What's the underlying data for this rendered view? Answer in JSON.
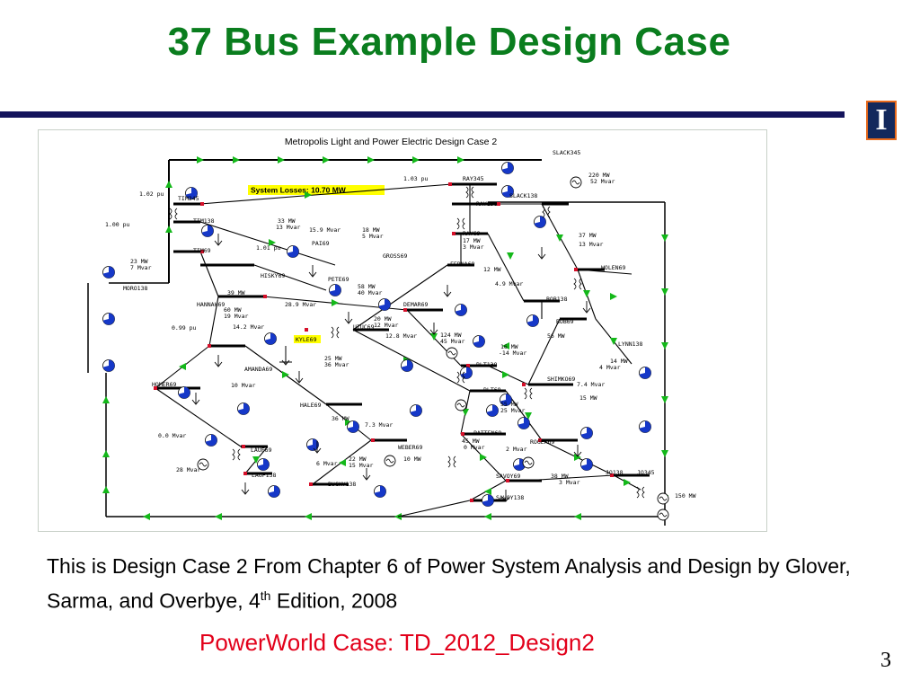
{
  "slide": {
    "title": "37 Bus Example Design Case",
    "logo_letter": "I",
    "caption_main": "This is Design Case 2 From Chapter 6 of Power System Analysis and Design by Glover, Sarma, and Overbye, 4",
    "caption_sup": "th",
    "caption_tail": " Edition, 2008",
    "case_line": "PowerWorld Case: TD_2012_Design2",
    "page_number": "3"
  },
  "diagram": {
    "title": "Metropolis Light and Power Electric Design Case 2",
    "losses_label": "System Losses:  10.70 MW",
    "highlight_bus": "KYLE69",
    "colors": {
      "line": "#000000",
      "arrow": "#14b81a",
      "breaker": "#d6102a",
      "gen": "#1638c8",
      "highlight": "#ffff00",
      "title": "#0a7d1e",
      "rule": "#14145c",
      "case_text": "#e2001a"
    },
    "labels": [
      "SLACK345",
      "RAY345",
      "RAY138",
      "SLACK138",
      "TIM345",
      "TIM138",
      "TIM69",
      "PAI69",
      "GROSS69",
      "RAY69",
      "FERNA69",
      "WOLEN69",
      "HISKY69",
      "PETE69",
      "MORO138",
      "HANNAH69",
      "DEMAR69",
      "BOB138",
      "BOB69",
      "UIUC69",
      "LYNN138",
      "AMANDA69",
      "BLT138",
      "BLT69",
      "SHIMKO69",
      "HOMER69",
      "HALE69",
      "PATTEN69",
      "ROGER69",
      "LAUF69",
      "WEBER69",
      "LAUF138",
      "BUCKY138",
      "SAVOY69",
      "JO138",
      "JO345",
      "SAVOY138",
      "220 MW",
      "52 Mvar",
      "1.03 pu",
      "1.02 pu",
      "1.00 pu",
      "1.01 pu",
      "0.99 pu",
      "33 MW",
      "13 Mvar",
      "15.9 Mvar",
      "18 MW",
      "5 Mvar",
      "17 MW",
      "3 Mvar",
      "37 MW",
      "23 MW",
      "7 Mvar",
      "12 MW",
      "4.9 Mvar",
      "58 MW",
      "40 Mvar",
      "39 MW",
      "60 MW",
      "19 Mvar",
      "28.9 Mvar",
      "20 MW",
      "12 Mvar",
      "12.8 Mvar",
      "124 MW",
      "45 Mvar",
      "56 MW",
      "16 MW",
      "-14 Mvar",
      "14.2 Mvar",
      "25 MW",
      "36 Mvar",
      "10 Mvar",
      "14 MW",
      "4 Mvar",
      "7.4 Mvar",
      "15 MW",
      "55 MW",
      "25 Mvar",
      "36 MW",
      "7.3 Mvar",
      "0.0 Mvar",
      "45 MW",
      "0 Mvar",
      "2 Mvar",
      "6 Mvar",
      "22 MW",
      "15 Mvar",
      "10 MW",
      "28 Mvar",
      "38 MW",
      "150 MW",
      "3 Mvar"
    ]
  }
}
